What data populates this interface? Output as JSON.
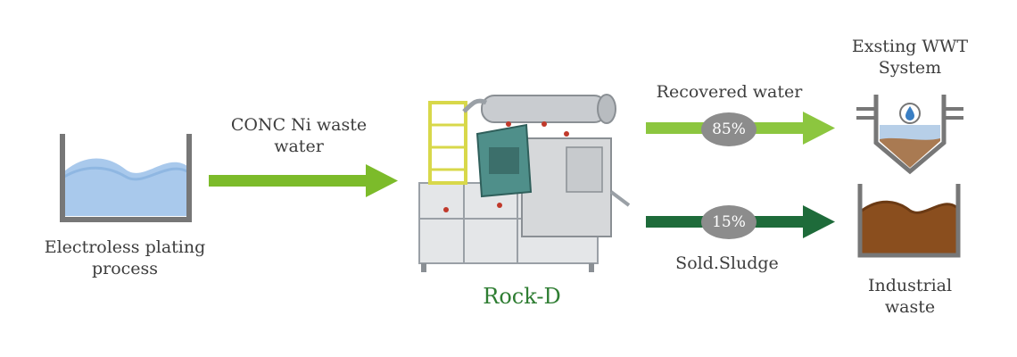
{
  "source": {
    "label_line1": "Electroless plating",
    "label_line2": "process"
  },
  "input_flow": {
    "label_line1": "CONC Ni waste",
    "label_line2": "water",
    "color": "#7cbb2a"
  },
  "machine": {
    "name": "Rock-D",
    "name_color": "#2e7d32"
  },
  "outputs": {
    "recovered": {
      "label": "Recovered water",
      "percent": "85%",
      "color": "#8cc63f"
    },
    "sludge": {
      "label": "Sold.Sludge",
      "percent": "15%",
      "color": "#1e6b3a"
    }
  },
  "destinations": {
    "wwt": {
      "label_line1": "Exsting WWT",
      "label_line2": "System"
    },
    "industrial": {
      "label_line1": "Industrial",
      "label_line2": "waste"
    }
  },
  "colors": {
    "water": "#9cc3e8",
    "water_dark": "#6fa3d6",
    "sludge": "#8a4e1e",
    "tank": "#777777"
  }
}
